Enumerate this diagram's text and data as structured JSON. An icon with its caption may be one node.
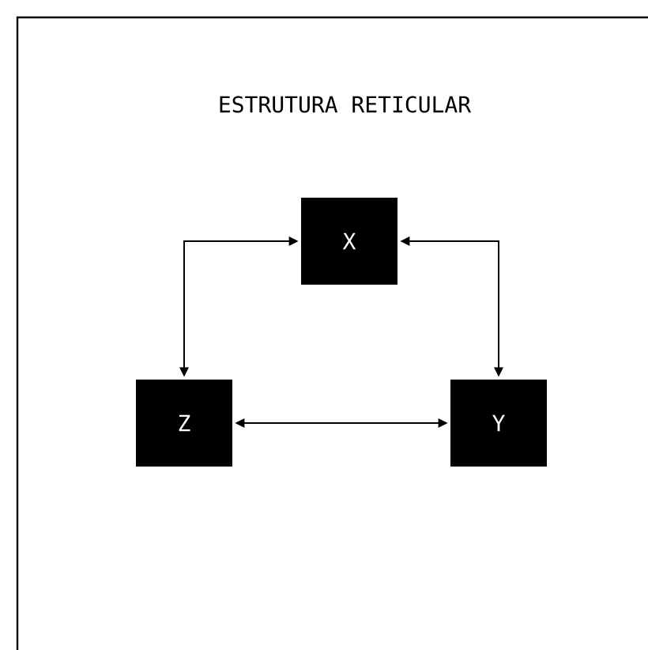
{
  "diagram": {
    "title": "ESTRUTURA RETICULAR",
    "nodes": [
      {
        "text": [
          "X"
        ]
      },
      {
        "text": [
          "Z"
        ]
      },
      {
        "text": [
          "Y"
        ]
      }
    ],
    "edges": [
      {
        "from": 0,
        "to": 1,
        "arrow": "both"
      },
      {
        "from": 0,
        "to": 2,
        "arrow": "both"
      },
      {
        "from": 1,
        "to": 2,
        "arrow": "both"
      }
    ]
  }
}
